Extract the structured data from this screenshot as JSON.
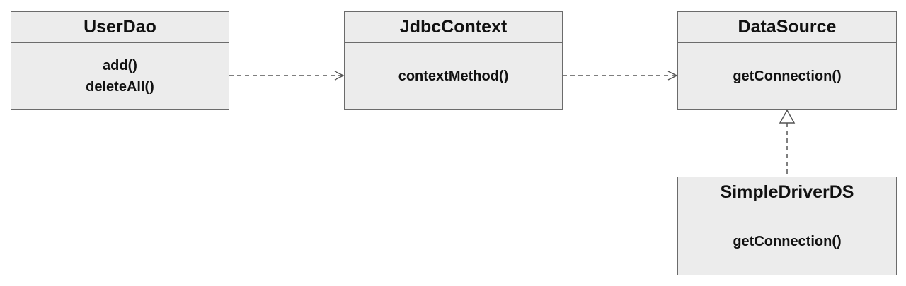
{
  "classes": {
    "userdao": {
      "name": "UserDao",
      "methods": [
        "add()",
        "deleteAll()"
      ]
    },
    "jdbccontext": {
      "name": "JdbcContext",
      "methods": [
        "contextMethod()"
      ]
    },
    "datasource": {
      "name": "DataSource",
      "methods": [
        "getConnection()"
      ]
    },
    "simpledriverds": {
      "name": "SimpleDriverDS",
      "methods": [
        "getConnection()"
      ]
    }
  },
  "relationships": [
    {
      "from": "UserDao",
      "to": "JdbcContext",
      "kind": "dependency"
    },
    {
      "from": "JdbcContext",
      "to": "DataSource",
      "kind": "dependency"
    },
    {
      "from": "SimpleDriverDS",
      "to": "DataSource",
      "kind": "realization"
    }
  ],
  "colors": {
    "box_fill": "#ececec",
    "box_border": "#6b6b6b",
    "text": "#111111",
    "connector": "#555555"
  }
}
